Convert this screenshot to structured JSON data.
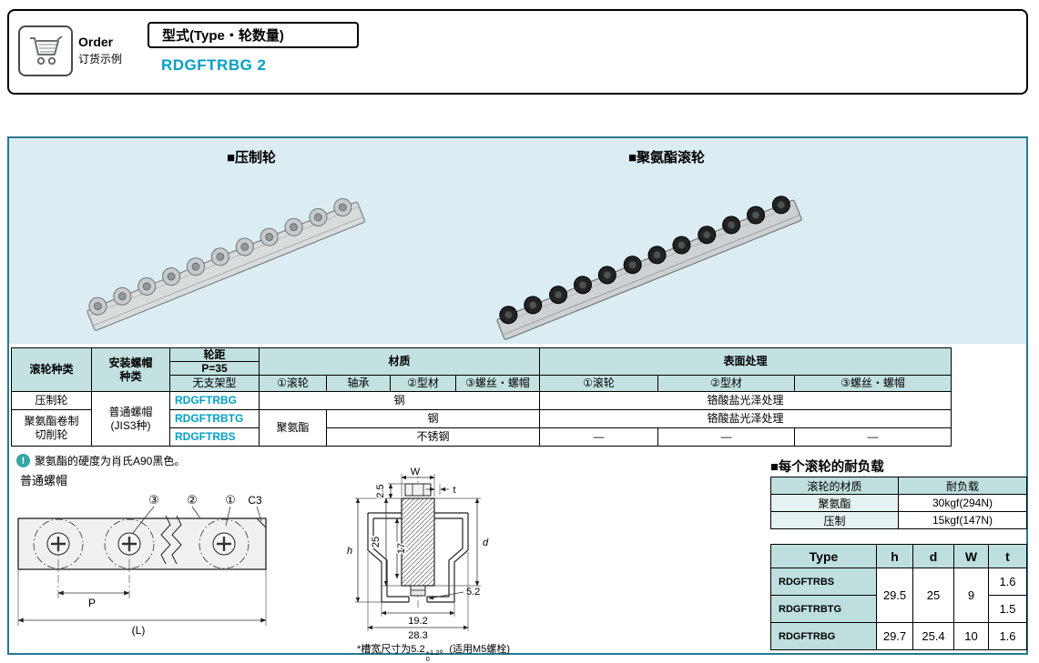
{
  "colors": {
    "accent_teal": "#c2e1e0",
    "part_number_blue": "#00a0c8",
    "band_blue": "#dbecf3",
    "panel_border": "#26798c"
  },
  "order_box": {
    "order_label": "Order",
    "order_sub": "订货示例",
    "type_header": "型式(Type・轮数量)",
    "example_part": "RDGFTRBG 2"
  },
  "band": {
    "left_label": "■压制轮",
    "right_label": "■聚氨酯滚轮"
  },
  "spec_table": {
    "h_roller": "滚轮种类",
    "h_nut": "安装螺帽\n种类",
    "h_pitch_top": "轮距",
    "h_pitch_mid": "P=35",
    "h_pitch_bottom": "无支架型",
    "h_material": "材质",
    "h_surface": "表面处理",
    "mat_sub": [
      "①滚轮",
      "轴承",
      "②型材",
      "③螺丝・螺帽"
    ],
    "surf_sub": [
      "①滚轮",
      "②型材",
      "③螺丝・螺帽"
    ],
    "rows": {
      "r1": {
        "type": "压制轮",
        "nut": "普通螺帽\n(JIS3种)",
        "pn": "RDGFTRBG",
        "mat": "钢",
        "surf": "铬酸盐光泽处理"
      },
      "r2": {
        "type": "聚氨酯卷制\n切削轮",
        "pn": "RDGFTRBTG",
        "mat1": "聚氨酯",
        "mat2": "钢",
        "surf": "铬酸盐光泽处理"
      },
      "r3": {
        "pn": "RDGFTRBS",
        "mat2": "不锈钢",
        "s1": "—",
        "s2": "—",
        "s3": "—"
      }
    }
  },
  "note": {
    "icon": "!",
    "text": "聚氨酯的硬度为肖氏A90黑色。"
  },
  "drawing": {
    "nut_label": "普通螺帽",
    "callout_1": "①",
    "callout_2": "②",
    "callout_3": "③",
    "chamfer_label": "C3",
    "pitch_label": "P",
    "length_label": "(L)",
    "section": {
      "w": "W",
      "t": "t",
      "top_gap": "2.5",
      "roller_od": "25",
      "inner": "17",
      "h": "h",
      "d": "d",
      "slot": "5.2",
      "bottom_inner": "19.2",
      "bottom_overall": "28.3"
    },
    "slot_note": {
      "prefix": "*槽宽尺寸为5.2",
      "sup": "+1.2",
      "sub": "0",
      "suffix": "。(适用M5螺栓)"
    }
  },
  "load_table": {
    "title": "■每个滚轮的耐负载",
    "headers": [
      "滚轮的材质",
      "耐负载"
    ],
    "rows": [
      [
        "聚氨酯",
        "30kgf(294N)"
      ],
      [
        "压制",
        "15kgf(147N)"
      ]
    ]
  },
  "type_table": {
    "headers": [
      "Type",
      "h",
      "d",
      "W",
      "t"
    ],
    "rows": [
      {
        "type": "RDGFTRBS",
        "h": "29.5",
        "d": "25",
        "w": "9",
        "t": "1.6"
      },
      {
        "type": "RDGFTRBTG",
        "t": "1.5"
      },
      {
        "type": "RDGFTRBG",
        "h": "29.7",
        "d": "25.4",
        "w": "10",
        "t": "1.6"
      }
    ]
  }
}
